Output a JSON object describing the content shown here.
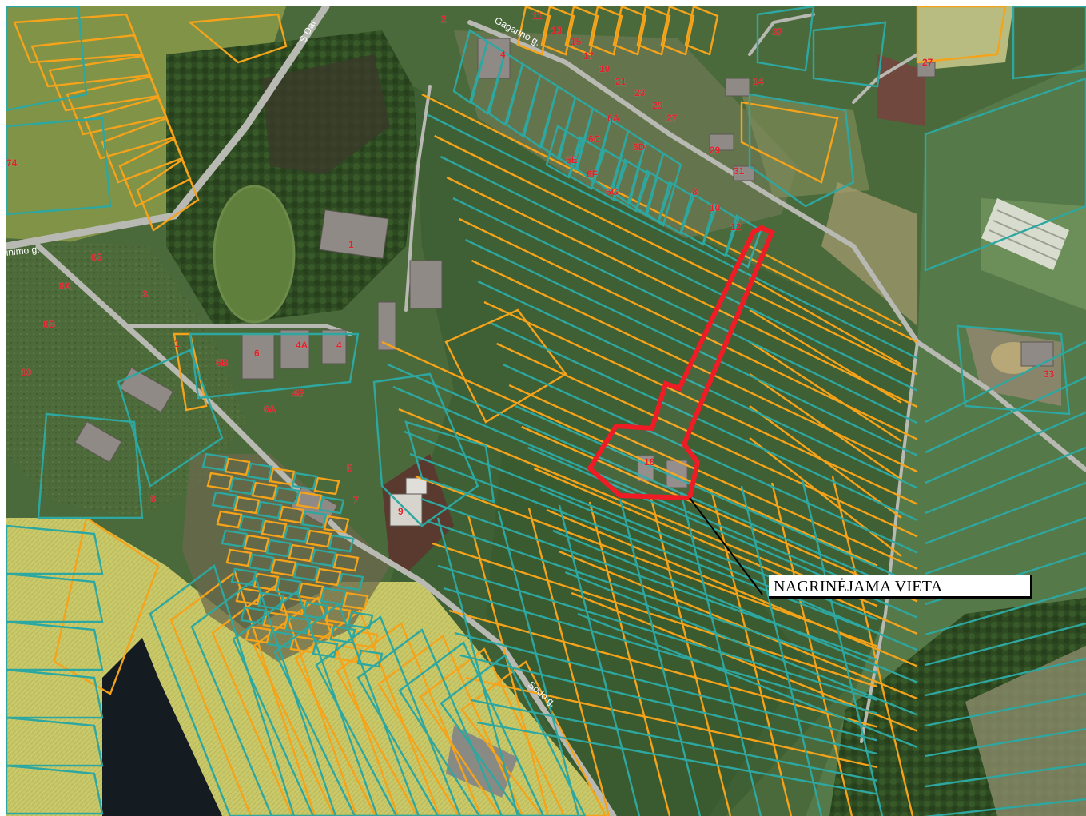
{
  "map": {
    "callout_label": "NAGRINĖJAMA VIETA",
    "road_labels": [
      {
        "id": "s-dar",
        "text": "S.Dar"
      },
      {
        "id": "gagarino",
        "text": "Gagarino g."
      },
      {
        "id": "nimo",
        "text": "inimo g."
      },
      {
        "id": "sodo",
        "text": "Sodo g."
      }
    ],
    "parcel_labels": [
      "11",
      "13",
      "15",
      "17",
      "19",
      "21",
      "23",
      "25",
      "27",
      "4",
      "6C",
      "6D",
      "6E",
      "6F",
      "6G",
      "6A",
      "8",
      "10",
      "12",
      "14",
      "29",
      "31",
      "37",
      "27",
      "33",
      "18",
      "74",
      "65",
      "3",
      "8A",
      "8B",
      "10",
      "1",
      "1",
      "6B",
      "6",
      "4A",
      "4",
      "4B",
      "6A",
      "5",
      "7",
      "9",
      "8",
      "2"
    ],
    "colors": {
      "parcel_orange": "#f5a31a",
      "parcel_teal": "#2ea7a0",
      "highlight_red": "#ee1c25",
      "label_red": "#e0202a",
      "callout_line": "#000000"
    }
  }
}
